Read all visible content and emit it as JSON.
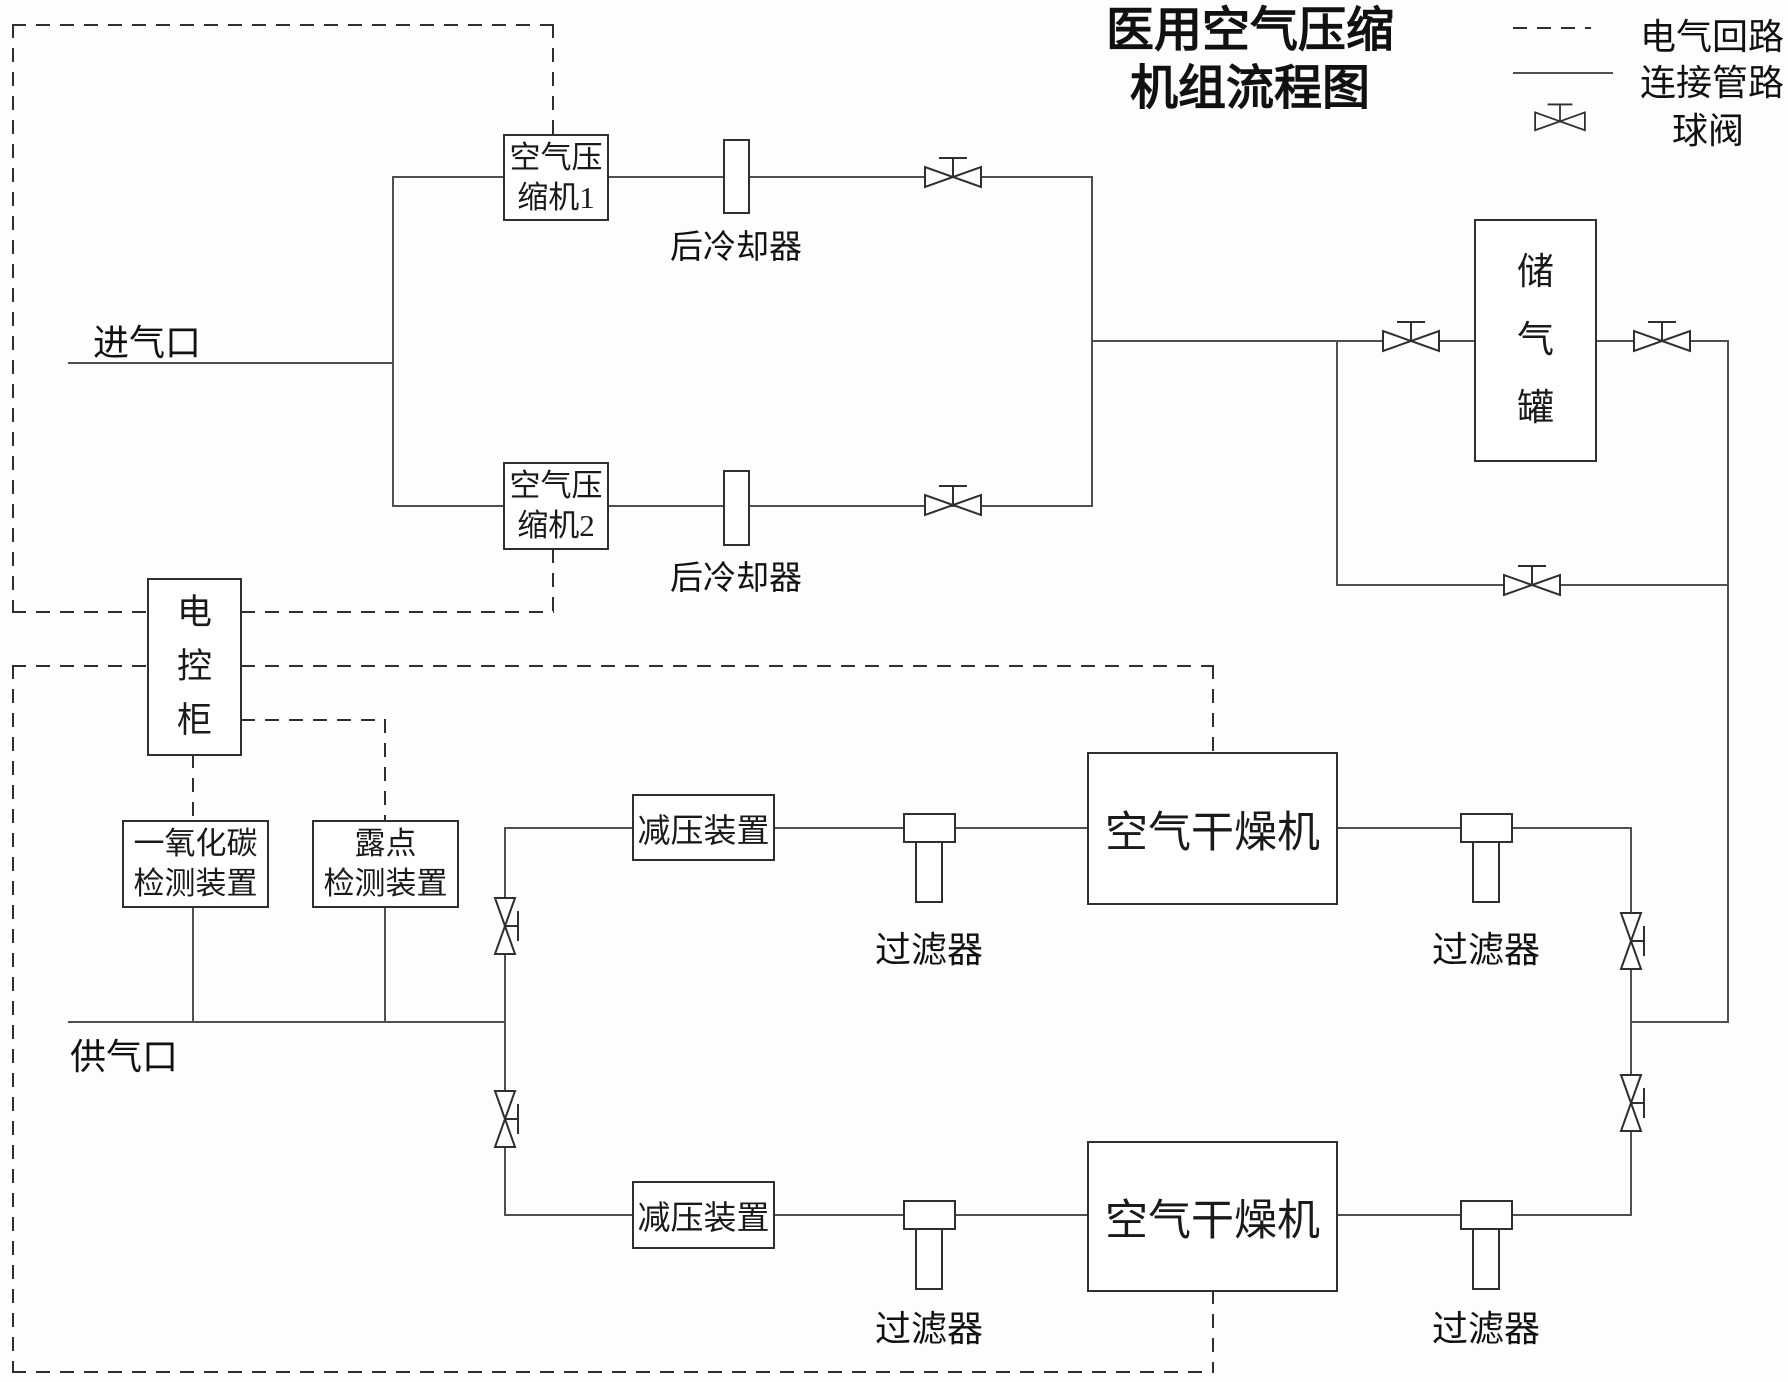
{
  "colors": {
    "ink": "#2f2f2f",
    "pipe": "#4f4f4f",
    "background": "#fdfdfd"
  },
  "title": {
    "line1": "医用空气压缩",
    "line2": "机组流程图"
  },
  "legend": {
    "electrical_label": "电气回路",
    "pipe_label": "连接管路",
    "valve_label": "球阀"
  },
  "ports": {
    "inlet_label": "进气口",
    "supply_label": "供气口"
  },
  "components": {
    "compressor1": {
      "line1": "空气压",
      "line2": "缩机1"
    },
    "compressor2": {
      "line1": "空气压",
      "line2": "缩机2"
    },
    "aftercooler_label": "后冷却器",
    "tank_chars": [
      "储",
      "气",
      "罐"
    ],
    "cabinet_chars": [
      "电",
      "控",
      "柜"
    ],
    "co_detector": {
      "line1": "一氧化碳",
      "line2": "检测装置"
    },
    "dewpoint_detector": {
      "line1": "露点",
      "line2": "检测装置"
    },
    "reducer_label": "减压装置",
    "dryer_label": "空气干燥机",
    "filter_label": "过滤器"
  }
}
